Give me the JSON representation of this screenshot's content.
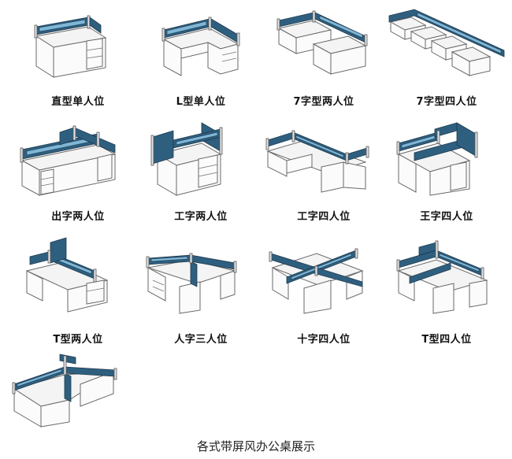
{
  "items": [
    {
      "label": "直型单人位"
    },
    {
      "label": "L型单人位"
    },
    {
      "label": "7字型两人位"
    },
    {
      "label": "7字型四人位"
    },
    {
      "label": "出字两人位"
    },
    {
      "label": "工字两人位"
    },
    {
      "label": "工字四人位"
    },
    {
      "label": "王字四人位"
    },
    {
      "label": "T型两人位"
    },
    {
      "label": "人字三人位"
    },
    {
      "label": "十字四人位"
    },
    {
      "label": "T型四人位"
    },
    {
      "label": ""
    }
  ],
  "caption": "各式带屏风办公桌展示",
  "colors": {
    "screen": "#2f5f7f",
    "glass": "#7fb6d6",
    "line": "#6a6a6a"
  }
}
